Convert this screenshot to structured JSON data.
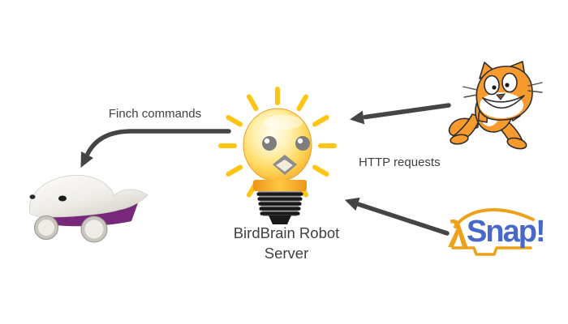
{
  "diagram": {
    "background": "#ffffff",
    "nodes": {
      "server": {
        "icon": "birdbrain-lightbulb-icon",
        "label_line1": "BirdBrain Robot",
        "label_line2": "Server"
      },
      "finch": {
        "icon": "finch-robot-illustration"
      },
      "scratch": {
        "icon": "scratch-cat-illustration"
      },
      "snap": {
        "icon": "snap-logo",
        "lambda": "λ",
        "name": "Snap",
        "exclamation": "!"
      }
    },
    "arrows": [
      {
        "id": "server-to-finch",
        "from": "server",
        "to": "finch",
        "label": "Finch commands"
      },
      {
        "id": "scratch-to-server",
        "from": "scratch",
        "to": "server",
        "label": "HTTP requests"
      },
      {
        "id": "snap-to-server",
        "from": "snap",
        "to": "server",
        "label": ""
      }
    ],
    "colors": {
      "background": "#ffffff",
      "arrow": "#454545",
      "label_text": "#404040",
      "bulb_yellow": "#ffc514",
      "bulb_orange": "#ef9a20",
      "snap_blue": "#4668c8",
      "snap_gold": "#eda118",
      "scratch_orange": "#f79b2e",
      "finch_purple": "#77287b"
    }
  }
}
